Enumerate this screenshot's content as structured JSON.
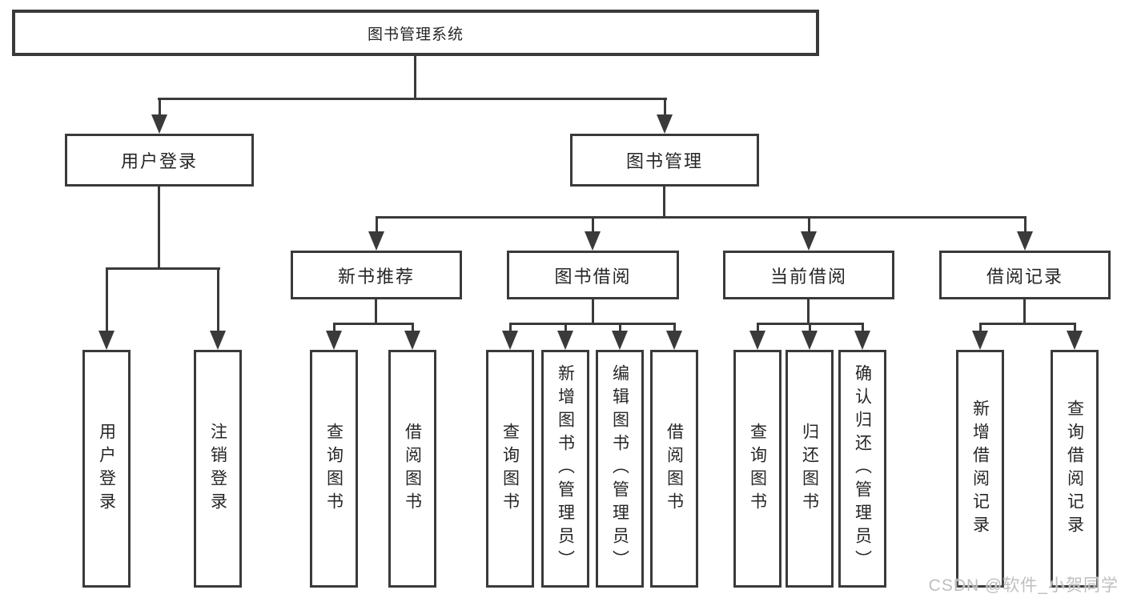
{
  "tree": {
    "root": {
      "label": "图书管理系统"
    },
    "children": [
      {
        "label": "用户登录",
        "children": [
          {
            "label": "用户登录"
          },
          {
            "label": "注销登录"
          }
        ]
      },
      {
        "label": "图书管理",
        "children": [
          {
            "label": "新书推荐",
            "children": [
              {
                "label": "查询图书"
              },
              {
                "label": "借阅图书"
              }
            ]
          },
          {
            "label": "图书借阅",
            "children": [
              {
                "label": "查询图书"
              },
              {
                "label": "新增图书（管理员）"
              },
              {
                "label": "编辑图书（管理员）"
              },
              {
                "label": "借阅图书"
              }
            ]
          },
          {
            "label": "当前借阅",
            "children": [
              {
                "label": "查询图书"
              },
              {
                "label": "归还图书"
              },
              {
                "label": "确认归还（管理员）"
              }
            ]
          },
          {
            "label": "借阅记录",
            "children": [
              {
                "label": "新增借阅记录"
              },
              {
                "label": "查询借阅记录"
              }
            ]
          }
        ]
      }
    ]
  },
  "watermark": {
    "text": "CSDN @软件_小贺同学"
  },
  "colors": {
    "line": "#3a3a3a",
    "text": "#262626",
    "background": "#ffffff",
    "watermark": "#bfbfbf"
  }
}
